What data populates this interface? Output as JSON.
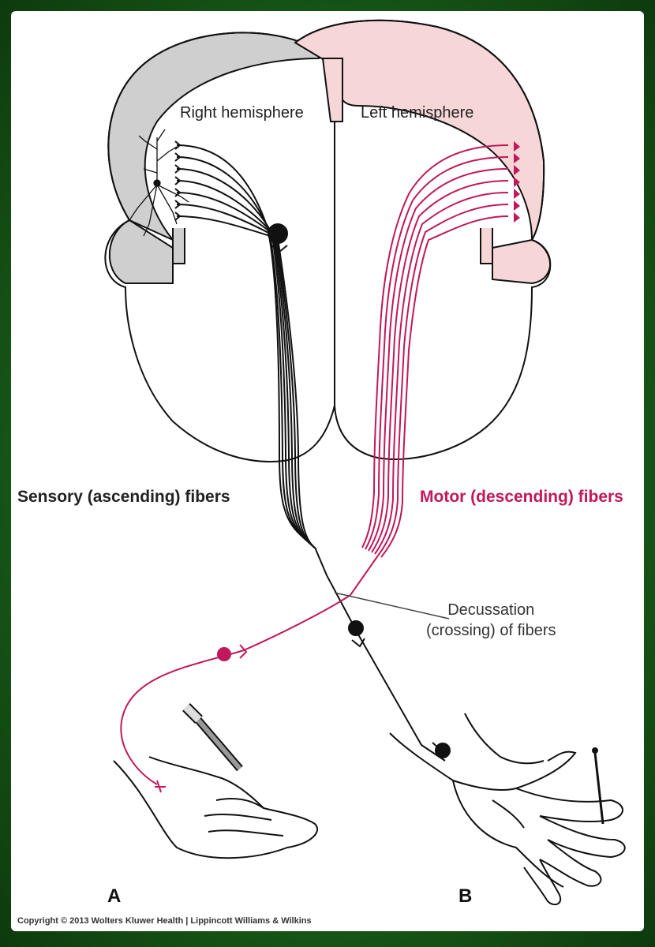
{
  "labels": {
    "right_hemisphere": "Right hemisphere",
    "left_hemisphere": "Left hemisphere",
    "sensory": "Sensory (ascending) fibers",
    "motor": "Motor (descending) fibers",
    "decussation_line1": "Decussation",
    "decussation_line2": "(crossing) of fibers",
    "panel_a": "A",
    "panel_b": "B",
    "copyright": "Copyright © 2013 Wolters Kluwer Health | Lippincott Williams & Wilkins"
  },
  "colors": {
    "background_border": "#1a5f1a",
    "sensory": "#111111",
    "motor": "#c0185a",
    "right_cortex": "#cfcfcf",
    "left_cortex": "#f7d6d8"
  },
  "icons": {
    "neuron": "pyramidal-neuron-icon",
    "hand_a": "hand-holding-pen-icon",
    "hand_b": "open-hand-pin-icon"
  }
}
